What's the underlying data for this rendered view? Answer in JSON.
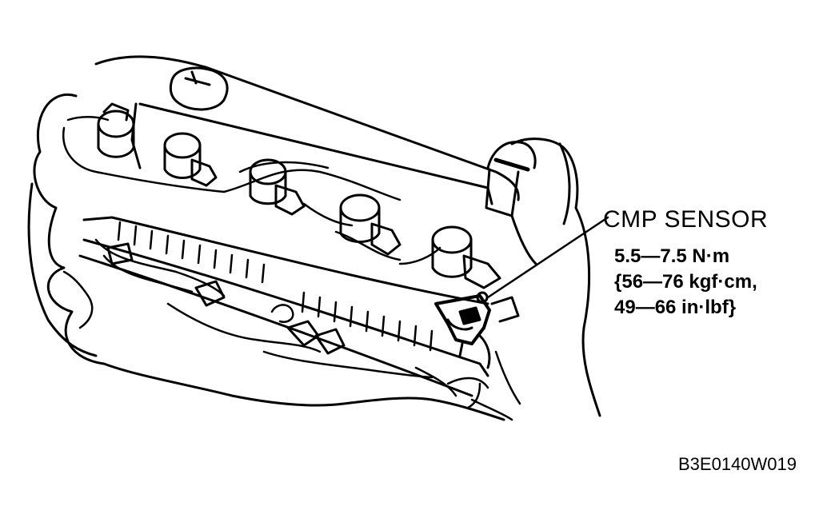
{
  "callout": {
    "label": "CMP SENSOR",
    "torque_lines": [
      "5.5—7.5 N·m",
      "{56—76 kgf·cm,",
      "49—66 in·lbf}"
    ]
  },
  "figure_code": "B3E0140W019",
  "colors": {
    "line": "#000000",
    "background": "#ffffff"
  },
  "icons": {
    "illustration": "engine-cylinder-head-line-drawing"
  }
}
